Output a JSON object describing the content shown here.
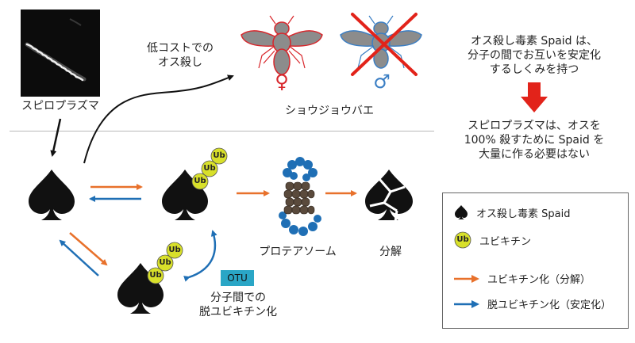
{
  "labels": {
    "spiroplasma": "スピロプラズマ",
    "low_cost_line1": "低コストでの",
    "low_cost_line2": "オス殺し",
    "female_symbol": "♀",
    "male_symbol": "♂",
    "drosophila": "ショウジョウバエ",
    "ub": "Ub",
    "otu": "OTU",
    "intermolecular_line1": "分子間での",
    "intermolecular_line2": "脱ユビキチン化",
    "proteasome": "プロテアソーム",
    "degradation": "分解"
  },
  "right_text": {
    "top": [
      "オス殺し毒素 Spaid は、",
      "分子の間でお互いを安定化",
      "するしくみを持つ"
    ],
    "bottom": [
      "スピロプラズマは、オスを",
      "100% 殺すために Spaid を",
      "大量に作る必要はない"
    ]
  },
  "legend": {
    "spaid": "オス殺し毒素 Spaid",
    "ubiquitin": "ユビキチン",
    "ubiquitination": "ユビキチン化（分解）",
    "deubiquitination": "脱ユビキチン化（安定化）"
  },
  "colors": {
    "orange": "#e8712b",
    "blue": "#1f6fb5",
    "ub_fill": "#d8e02a",
    "otu_bg": "#2aa6c6",
    "female_red": "#d8262b",
    "male_blue": "#3a7ec4",
    "red_down_arrow": "#e2231a"
  }
}
